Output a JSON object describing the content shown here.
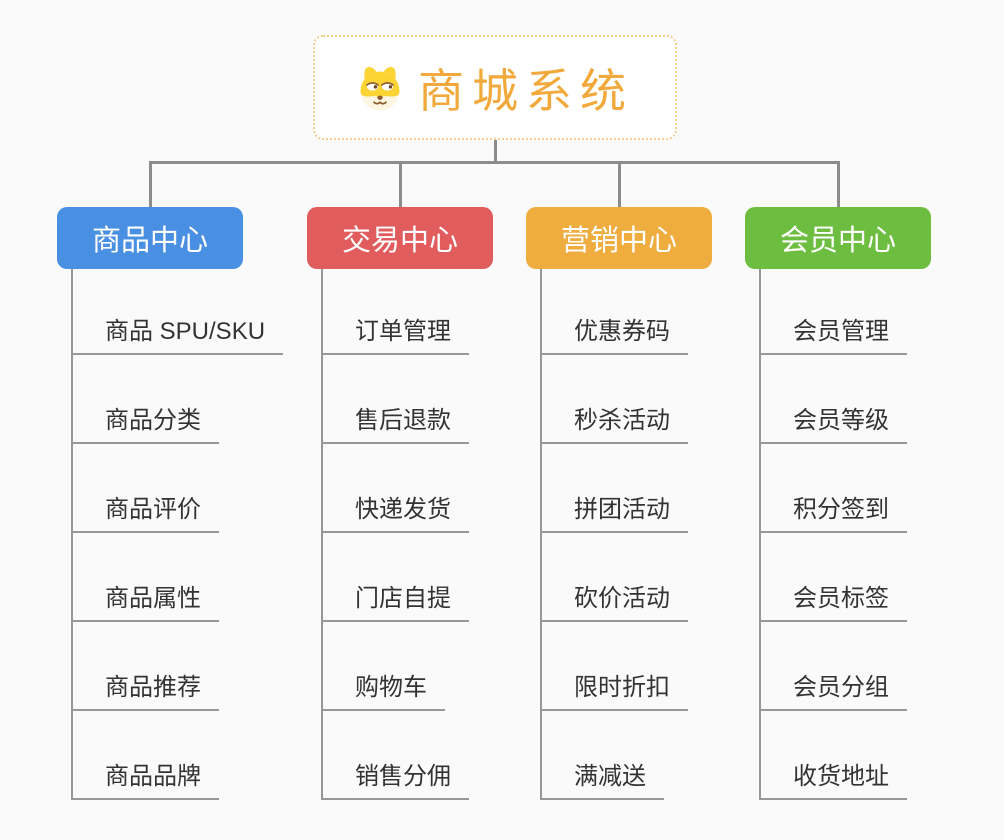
{
  "background_color": "#FAFAFA",
  "connector_color": "#8C8C8C",
  "root": {
    "title": "商城系统",
    "title_color": "#F2A93B",
    "border_color": "#F6CE8C",
    "icon": "shiba-dog-logo-icon"
  },
  "branches": [
    {
      "label": "商品中心",
      "color": "#4A90E2",
      "items": [
        "商品 SPU/SKU",
        "商品分类",
        "商品评价",
        "商品属性",
        "商品推荐",
        "商品品牌"
      ]
    },
    {
      "label": "交易中心",
      "color": "#E15C5C",
      "items": [
        "订单管理",
        "售后退款",
        "快递发货",
        "门店自提",
        "购物车",
        "销售分佣"
      ]
    },
    {
      "label": "营销中心",
      "color": "#EEAD3E",
      "items": [
        "优惠券码",
        "秒杀活动",
        "拼团活动",
        "砍价活动",
        "限时折扣",
        "满减送"
      ]
    },
    {
      "label": "会员中心",
      "color": "#6DBE40",
      "items": [
        "会员管理",
        "会员等级",
        "积分签到",
        "会员标签",
        "会员分组",
        "收货地址"
      ]
    }
  ]
}
